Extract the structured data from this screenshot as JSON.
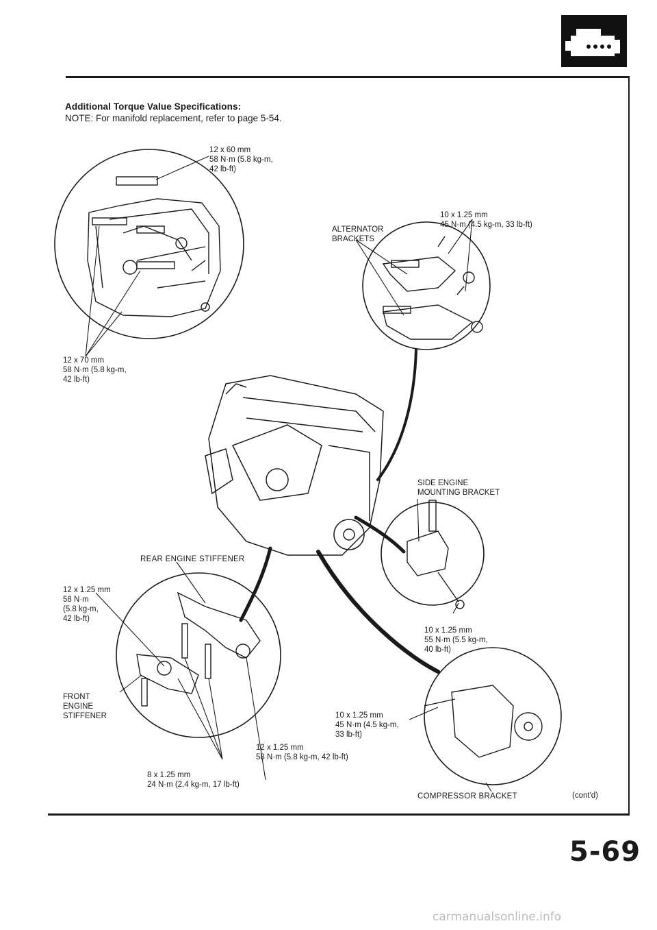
{
  "header": {
    "title": "Additional Torque Value Specifications:",
    "note": "NOTE: For manifold replacement, refer to page 5-54."
  },
  "labels": {
    "bolt_12x60": "12 x 60 mm\n58 N·m (5.8 kg-m,\n42 lb-ft)",
    "bolt_12x70": "12 x 70 mm\n58 N·m (5.8 kg-m,\n42 lb-ft)",
    "alternator_brackets": "ALTERNATOR\nBRACKETS",
    "bolt_10x125_alt": "10 x 1.25 mm\n45 N·m (4.5 kg-m, 33 lb-ft)",
    "side_engine_mount": "SIDE ENGINE\nMOUNTING BRACKET",
    "rear_engine_stiffener": "REAR ENGINE STIFFENER",
    "bolt_12x125_rear": "12 x 1.25 mm\n58 N·m\n(5.8 kg-m,\n42 lb-ft)",
    "front_engine_stiffener": "FRONT\nENGINE\nSTIFFENER",
    "bolt_10x125_side": "10 x 1.25 mm\n55 N·m (5.5 kg-m,\n40 lb-ft)",
    "bolt_10x125_comp": "10 x 1.25 mm\n45 N·m (4.5 kg-m,\n33 lb-ft)",
    "bolt_12x125_stiff": "12 x 1.25 mm\n58 N·m (5.8 kg-m, 42 lb-ft)",
    "bolt_8x125": "8 x 1.25 mm\n24 N·m (2.4 kg-m, 17 lb-ft)",
    "compressor_bracket": "COMPRESSOR BRACKET",
    "contd": "(cont'd)"
  },
  "page_number": "5-69",
  "watermark": "carmanualsonline.info",
  "icons": [
    "engine-section-icon"
  ]
}
